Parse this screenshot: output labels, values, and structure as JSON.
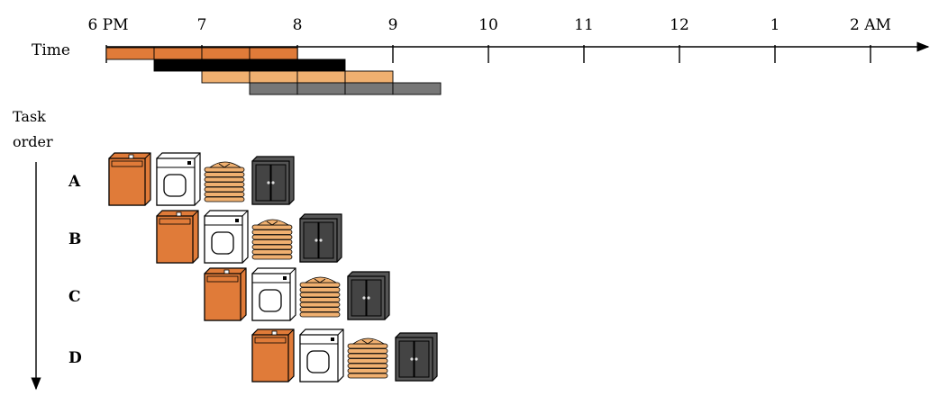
{
  "time_axis": {
    "label": "Time",
    "ticks": [
      "6 PM",
      "7",
      "8",
      "9",
      "10",
      "11",
      "12",
      "1",
      "2 AM"
    ]
  },
  "task_axis": {
    "label_line1": "Task",
    "label_line2": "order"
  },
  "stages": [
    {
      "name": "washer",
      "color": "#e07b39"
    },
    {
      "name": "dryer",
      "color": "#ffffff"
    },
    {
      "name": "folding",
      "color": "#f0b070"
    },
    {
      "name": "closet",
      "color": "#555555"
    }
  ],
  "timeline_bars": [
    {
      "task": "A",
      "start": 0.0,
      "end": 2.0,
      "color": "#e07b39"
    },
    {
      "task": "B",
      "start": 0.5,
      "end": 2.5,
      "color": "#000000"
    },
    {
      "task": "C",
      "start": 1.0,
      "end": 3.0,
      "color": "#f0b070"
    },
    {
      "task": "D",
      "start": 1.5,
      "end": 3.5,
      "color": "#777777"
    }
  ],
  "tasks": [
    {
      "label": "A",
      "start": 0.0
    },
    {
      "label": "B",
      "start": 0.5
    },
    {
      "label": "C",
      "start": 1.0
    },
    {
      "label": "D",
      "start": 1.5
    }
  ]
}
